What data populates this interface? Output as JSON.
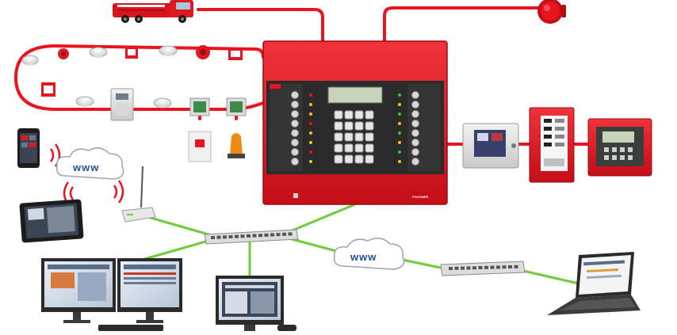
{
  "network": {
    "cloud_labels": [
      "www",
      "www"
    ]
  },
  "panel": {
    "brand_label": "FOGGNER",
    "maker_label": "",
    "left_row_labels": [
      "",
      "",
      "",
      "",
      ""
    ],
    "right_row_labels": [
      "",
      "",
      "",
      "",
      ""
    ]
  },
  "repeater": {
    "maker_label": ""
  },
  "remote_panel": {
    "brand_label": ""
  },
  "colors": {
    "fire_red": "#e0101c",
    "loop_red": "#e8141e",
    "network_green": "#6ecb3a",
    "cloud_blue": "#1f4f9a",
    "panel_dark": "#2b2b2b",
    "screen_dark": "#222222"
  },
  "icons": [
    "fire-truck-icon",
    "alarm-bell-icon",
    "smoke-detector-icon",
    "manual-call-point-icon",
    "sounder-icon",
    "smartphone-icon",
    "tablet-icon",
    "router-icon",
    "network-switch-icon",
    "dual-monitor-workstation-icon",
    "desktop-monitor-icon",
    "laptop-icon",
    "cloud-icon",
    "io-module-icon",
    "beacon-icon",
    "repeater-panel-icon",
    "mimic-panel-icon"
  ]
}
